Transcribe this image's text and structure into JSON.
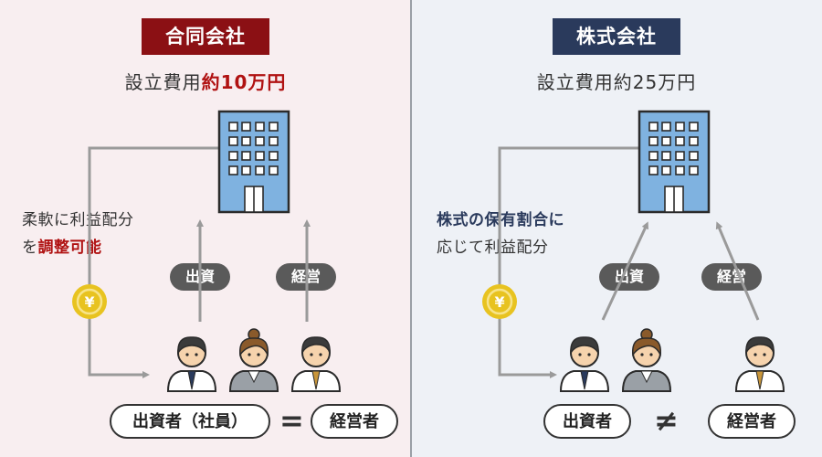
{
  "left": {
    "title": "合同会社",
    "title_color": "#8b1014",
    "cost_prefix": "設立費用",
    "cost_amount": "約10万円",
    "note_line1": "柔軟に利益配分",
    "note_line2_prefix": "を",
    "note_line2_emphasis": "調整可能",
    "pill_invest": "出資",
    "pill_manage": "経営",
    "oval_left": "出資者（社員）",
    "relation_symbol": "=",
    "oval_right": "経営者"
  },
  "right": {
    "title": "株式会社",
    "title_color": "#2a3a5c",
    "cost_prefix": "設立費用",
    "cost_amount": "約25万円",
    "note_line1": "株式の保有割合に",
    "note_line2": "応じて利益配分",
    "pill_invest": "出資",
    "pill_manage": "経営",
    "oval_left": "出資者",
    "relation_symbol": "≠",
    "oval_right": "経営者"
  },
  "icons": {
    "building": "office-building-icon",
    "coin": "yen-coin-icon",
    "person_male": "businessman-icon",
    "person_female": "businesswoman-icon",
    "coin_symbol": "¥"
  },
  "colors": {
    "building_fill": "#7fb2e0",
    "coin_fill": "#e8c320",
    "arrow": "#9a9a9a"
  }
}
